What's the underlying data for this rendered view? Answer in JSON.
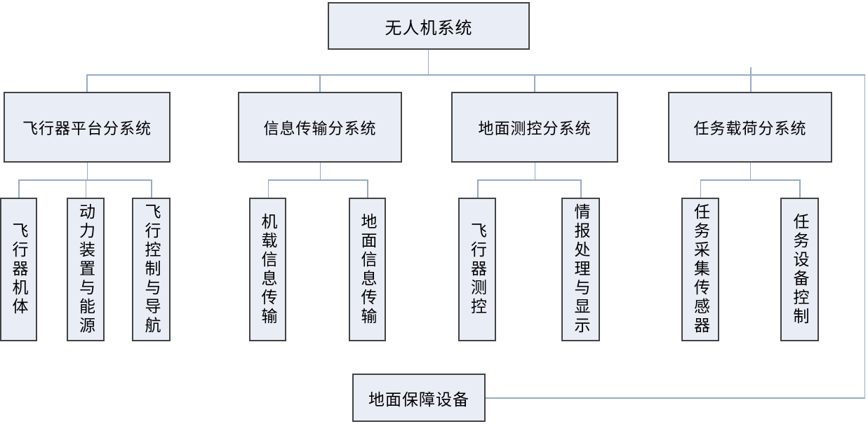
{
  "root": {
    "label": "无人机系统"
  },
  "subsystems": [
    {
      "label": "飞行器平台分系统",
      "children": [
        {
          "label": "飞行器机体"
        },
        {
          "label": "动力装置与能源"
        },
        {
          "label": "飞行控制与导航"
        }
      ]
    },
    {
      "label": "信息传输分系统",
      "children": [
        {
          "label": "机载信息传输"
        },
        {
          "label": "地面信息传输"
        }
      ]
    },
    {
      "label": "地面测控分系统",
      "children": [
        {
          "label": "飞行器测控"
        },
        {
          "label": "情报处理与显示"
        }
      ]
    },
    {
      "label": "任务载荷分系统",
      "children": [
        {
          "label": "任务采集传感器"
        },
        {
          "label": "任务设备控制"
        }
      ]
    }
  ],
  "ground_support": {
    "label": "地面保障设备"
  },
  "colors": {
    "box_fill": "#e9edf6",
    "box_border": "#434343",
    "connector": "#96aac8",
    "text": "#000000",
    "background": "#ffffff"
  }
}
